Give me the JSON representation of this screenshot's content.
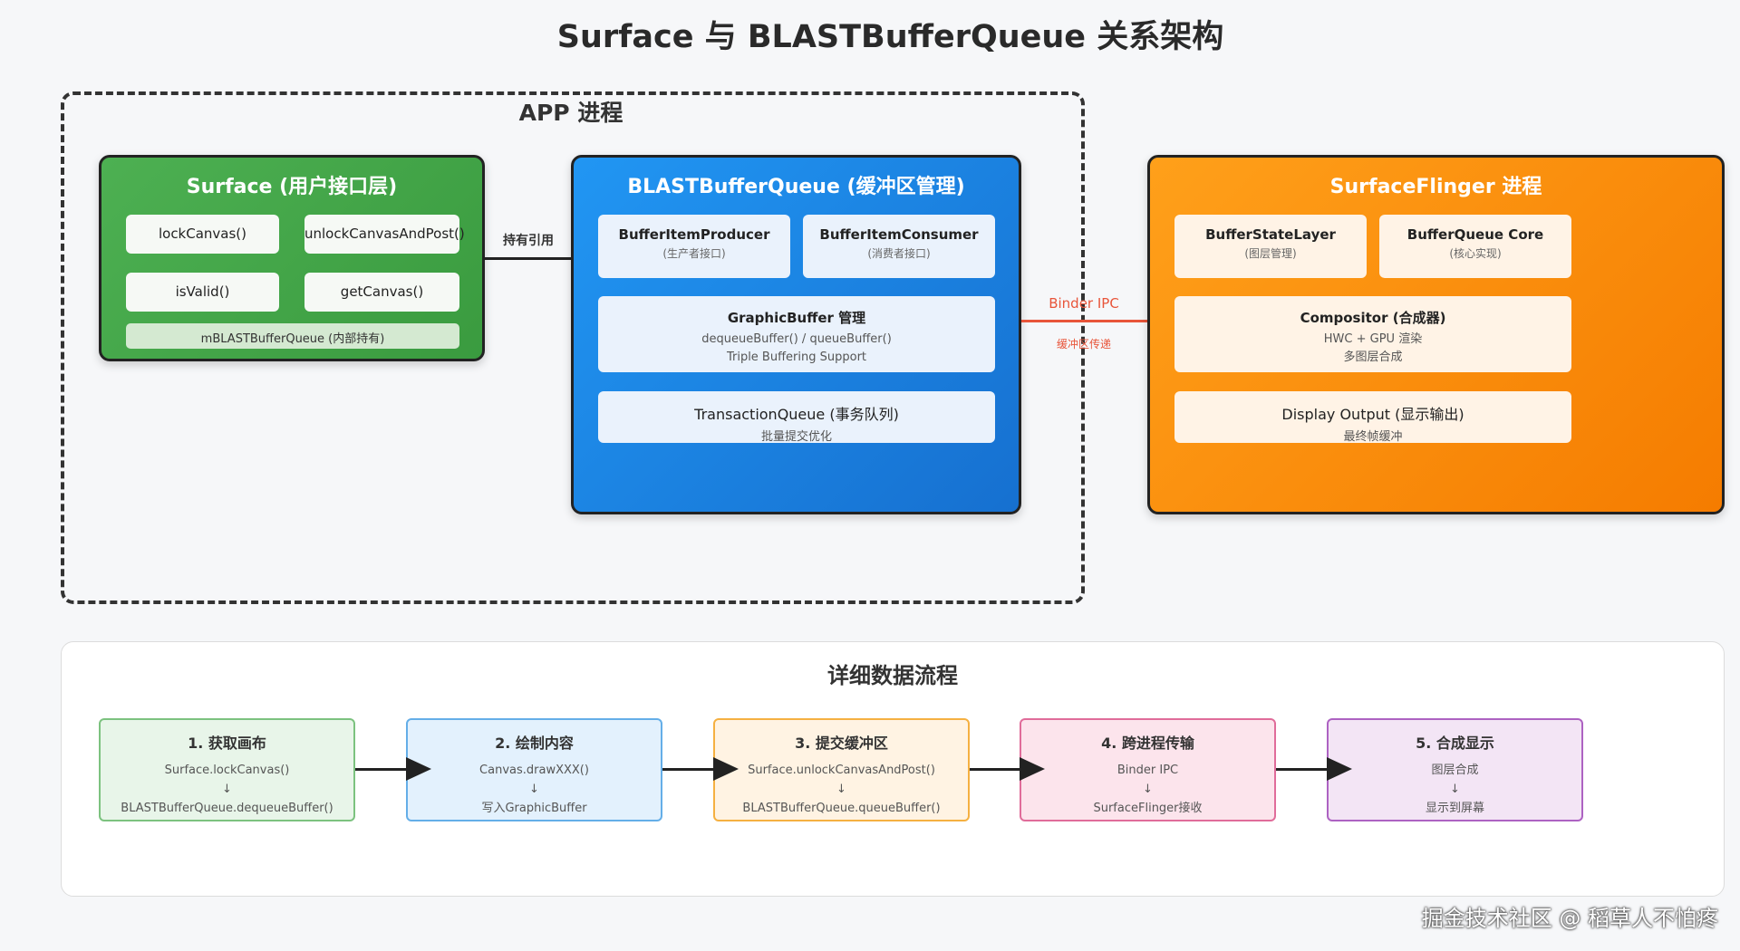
{
  "title": "Surface 与 BLASTBufferQueue 关系架构",
  "app_group": {
    "label": "APP 进程"
  },
  "surface_panel": {
    "title": "Surface (用户接口层)",
    "methods": [
      "lockCanvas()",
      "unlockCanvasAndPost()",
      "isValid()",
      "getCanvas()"
    ],
    "member": "mBLASTBufferQueue (内部持有)",
    "color": "#43a047"
  },
  "hold_ref_label": "持有引用",
  "blast_panel": {
    "title": "BLASTBufferQueue (缓冲区管理)",
    "color": "#1e88e5",
    "producer": {
      "title": "BufferItemProducer",
      "sub": "(生产者接口)"
    },
    "consumer": {
      "title": "BufferItemConsumer",
      "sub": "(消费者接口)"
    },
    "graphic": {
      "title": "GraphicBuffer 管理",
      "line1": "dequeueBuffer() / queueBuffer()",
      "line2": "Triple Buffering Support"
    },
    "transaction": {
      "title": "TransactionQueue (事务队列)",
      "sub": "批量提交优化"
    }
  },
  "ipc": {
    "label": "Binder IPC",
    "sub": "缓冲区传递",
    "color": "#e8553a"
  },
  "sf_panel": {
    "title": "SurfaceFlinger 进程",
    "color": "#fb8c00",
    "layer": {
      "title": "BufferStateLayer",
      "sub": "(图层管理)"
    },
    "core": {
      "title": "BufferQueue Core",
      "sub": "(核心实现)"
    },
    "compositor": {
      "title": "Compositor (合成器)",
      "line1": "HWC + GPU 渲染",
      "line2": "多图层合成"
    },
    "display": {
      "title": "Display Output (显示输出)",
      "sub": "最终帧缓冲"
    }
  },
  "flow": {
    "title": "详细数据流程",
    "steps": [
      {
        "title": "1. 获取画布",
        "line1": "Surface.lockCanvas()",
        "arrow": "↓",
        "line2": "BLASTBufferQueue.dequeueBuffer()",
        "bg": "#e8f5e9",
        "border": "#7cc27f"
      },
      {
        "title": "2. 绘制内容",
        "line1": "Canvas.drawXXX()",
        "arrow": "↓",
        "line2": "写入GraphicBuffer",
        "bg": "#e3f1fd",
        "border": "#64aee8"
      },
      {
        "title": "3. 提交缓冲区",
        "line1": "Surface.unlockCanvasAndPost()",
        "arrow": "↓",
        "line2": "BLASTBufferQueue.queueBuffer()",
        "bg": "#fff3e3",
        "border": "#f5b041"
      },
      {
        "title": "4. 跨进程传输",
        "line1": "Binder IPC",
        "arrow": "↓",
        "line2": "SurfaceFlinger接收",
        "bg": "#fce4ec",
        "border": "#e06c9a"
      },
      {
        "title": "5. 合成显示",
        "line1": "图层合成",
        "arrow": "↓",
        "line2": "显示到屏幕",
        "bg": "#f3e5f5",
        "border": "#ad62c2"
      }
    ]
  },
  "watermark": "掘金技术社区 @ 稻草人不怕疼"
}
